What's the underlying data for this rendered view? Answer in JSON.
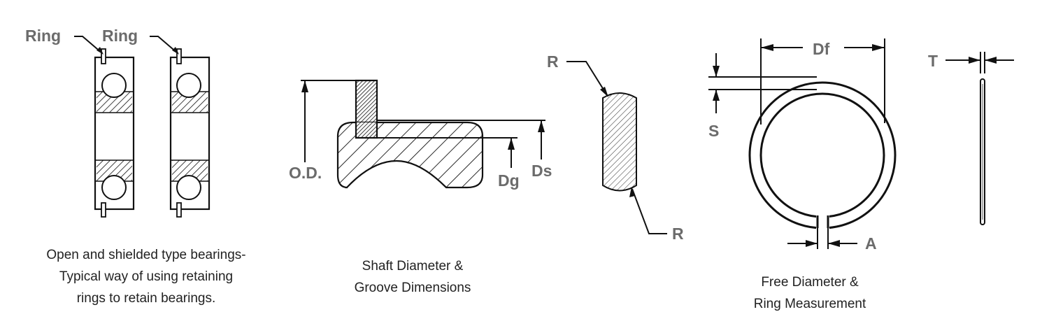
{
  "colors": {
    "ink": "#111111",
    "label": "#6b6b6b",
    "caption": "#222222",
    "background": "#ffffff"
  },
  "bearings": {
    "ring_label_left": "Ring",
    "ring_label_right": "Ring",
    "caption_lines": [
      "Open and shielded type bearings-",
      "Typical way of using retaining",
      "rings to retain bearings."
    ]
  },
  "shaft": {
    "od_label": "O.D.",
    "dg_label": "Dg",
    "ds_label": "Ds",
    "caption_lines": [
      "Shaft Diameter &",
      "Groove Dimensions"
    ]
  },
  "section": {
    "r_top_label": "R",
    "r_bottom_label": "R"
  },
  "ring": {
    "df_label": "Df",
    "s_label": "S",
    "a_label": "A",
    "t_label": "T",
    "caption_lines": [
      "Free Diameter &",
      "Ring Measurement"
    ]
  }
}
